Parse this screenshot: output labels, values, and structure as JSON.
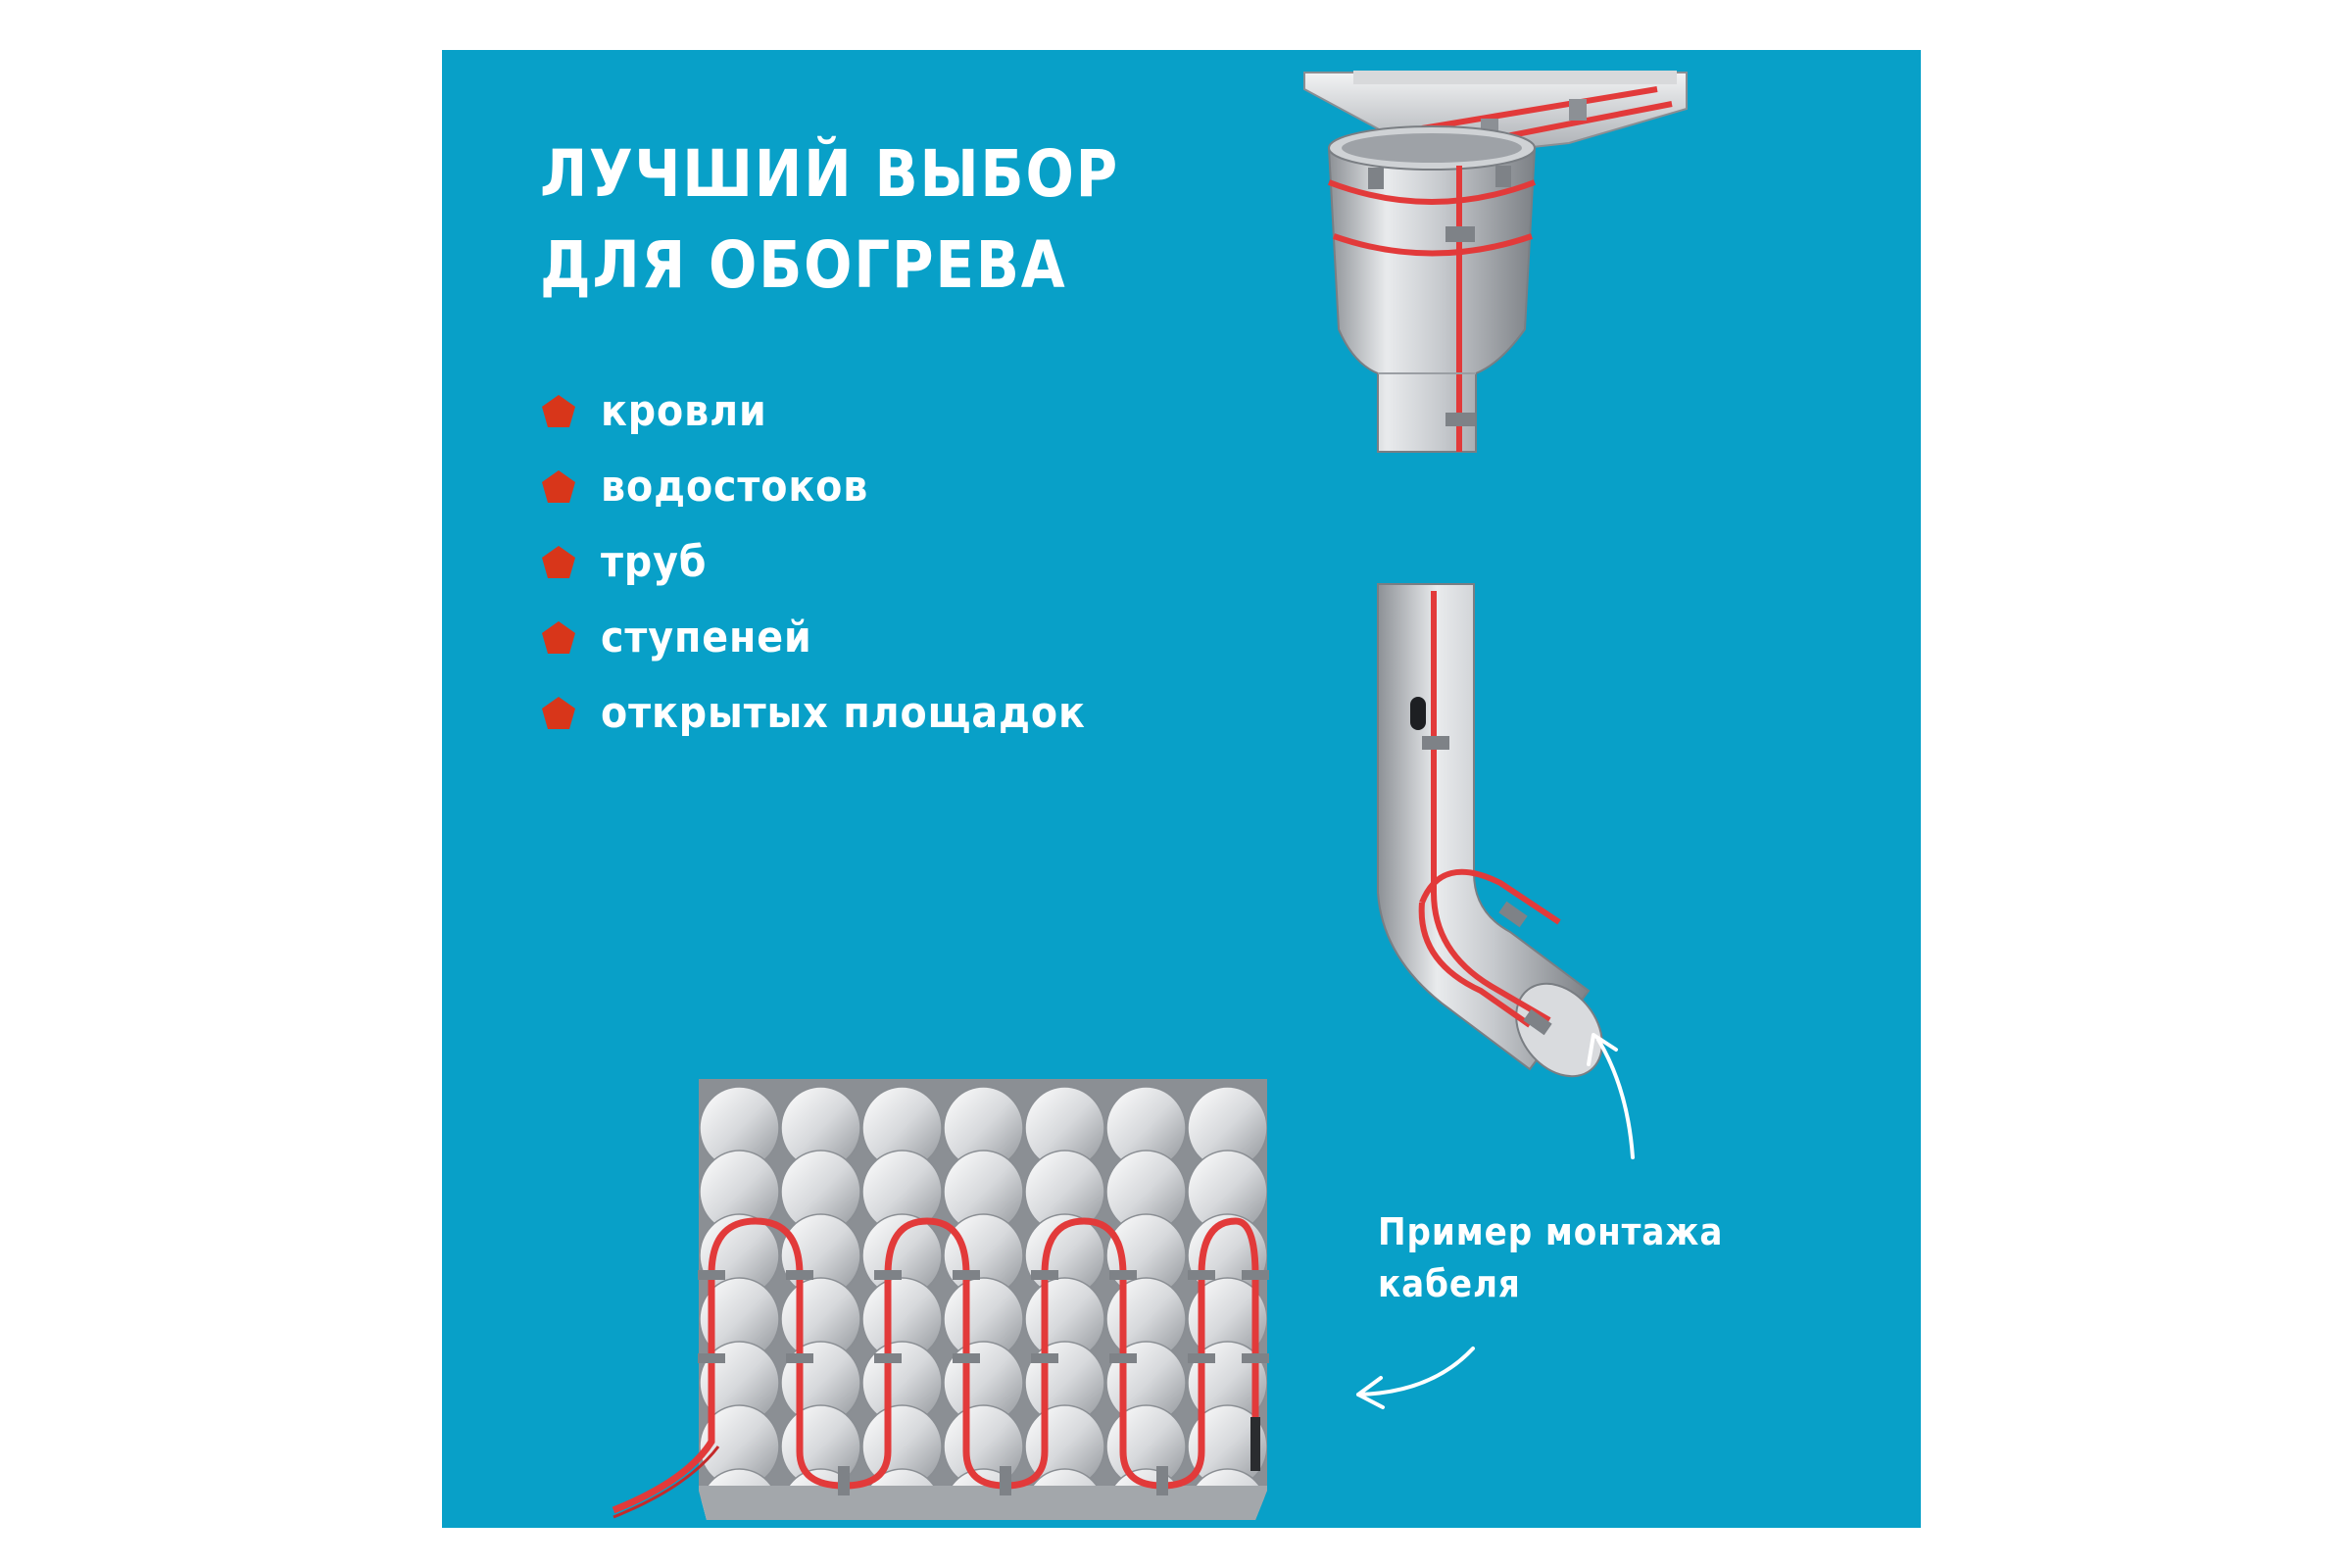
{
  "headline": {
    "line1": "ЛУЧШИЙ ВЫБОР",
    "line2": "ДЛЯ ОБОГРЕВА"
  },
  "features": [
    {
      "label": "кровли"
    },
    {
      "label": "водостоков"
    },
    {
      "label": "труб"
    },
    {
      "label": "ступеней"
    },
    {
      "label": "открытых площадок"
    }
  ],
  "caption": {
    "line1": "Пример монтажа",
    "line2": "кабеля"
  },
  "colors": {
    "background": "#08a0c8",
    "text": "#ffffff",
    "bullet": "#d8361a",
    "cable": "#e23a3a",
    "metal": "#b9bcc0"
  },
  "icons": {
    "bullet": "pentagon-icon",
    "arrow": "curved-arrow-icon"
  }
}
